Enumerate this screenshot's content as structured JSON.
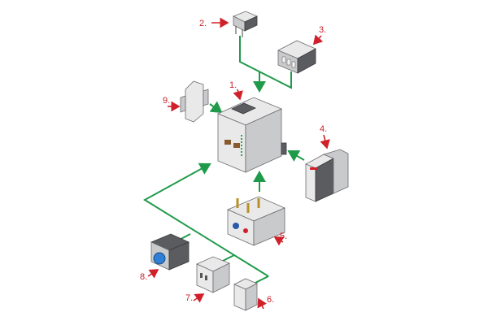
{
  "title": "Contactor accessories diagram",
  "labels": {
    "item1": "1.",
    "item2": "2.",
    "item3": "3.",
    "item4": "4.",
    "item5": "5.",
    "item6": "6.",
    "item7": "7.",
    "item8": "8.",
    "item9": "9."
  },
  "colors": {
    "connector": "#1f9a4a",
    "pointer": "#d0202a",
    "label": "#c8202a"
  }
}
